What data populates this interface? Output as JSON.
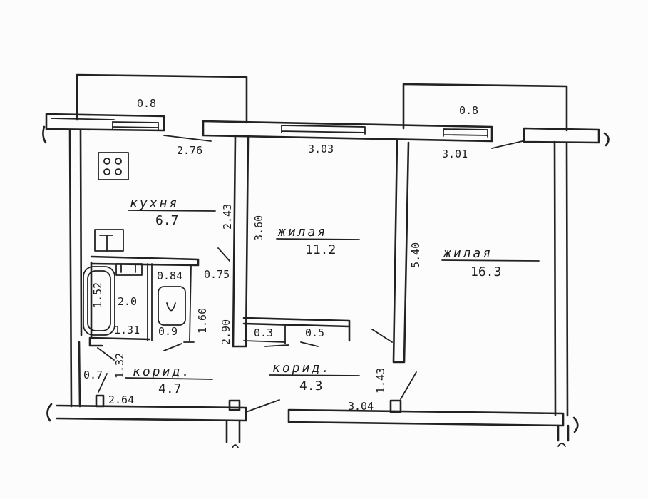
{
  "rooms": {
    "kitchen": {
      "name": "кухня",
      "area": "6.7"
    },
    "living1": {
      "name": "жилая",
      "area": "11.2"
    },
    "living2": {
      "name": "жилая",
      "area": "16.3"
    },
    "corridor1": {
      "name": "корид.",
      "area": "4.7"
    },
    "corridor2": {
      "name": "корид.",
      "area": "4.3"
    }
  },
  "dims": {
    "balcony_left": "0.8",
    "balcony_right": "0.8",
    "kitchen_width": "2.76",
    "living1_width": "3.03",
    "living2_width": "3.01",
    "kitchen_depth": "2.43",
    "living1_depth": "3.60",
    "living2_depth": "5.40",
    "bath_depth": "1.52",
    "bath_area": "2.0",
    "bath_width": "1.31",
    "wc_width": "0.84",
    "wc_area": "0.9",
    "wc_depth": "1.60",
    "door_075": "0.75",
    "corr_depth_left": "2.90",
    "closet1": "0.3",
    "closet2": "0.5",
    "corr_right_depth": "1.43",
    "corr_right_width": "3.04",
    "corr_left_width": "2.64",
    "corr_left_depth": "1.32",
    "entry_07": "0.7"
  }
}
